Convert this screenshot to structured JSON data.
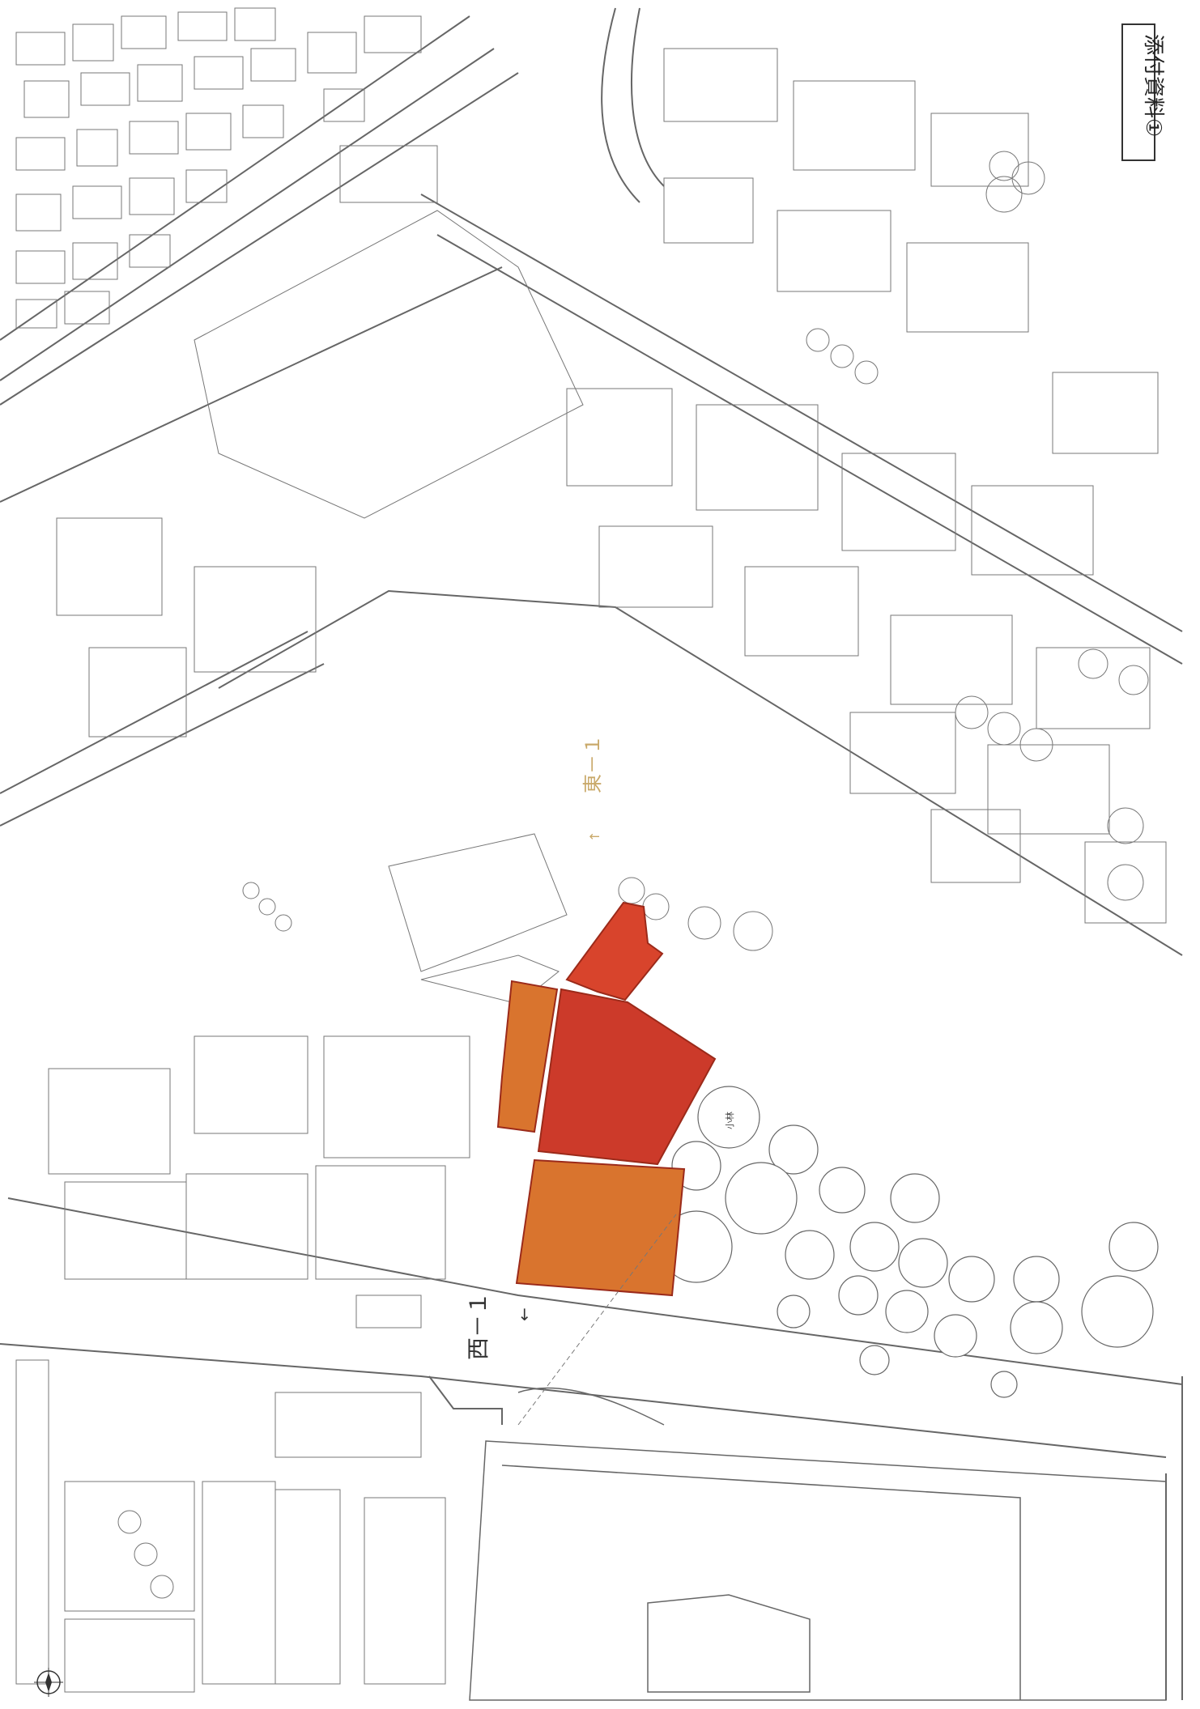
{
  "doc_label": "添付資料①",
  "annotations": {
    "east_label": "東－１",
    "west_label": "西－１",
    "tank_label": "小林"
  },
  "colors": {
    "highlight_orange": "#d9742e",
    "highlight_red": "#d8442c",
    "highlight_red_dark": "#cc3a2a",
    "line": "#555555",
    "background": "#ffffff"
  },
  "icons": [
    "north-arrow-icon"
  ]
}
